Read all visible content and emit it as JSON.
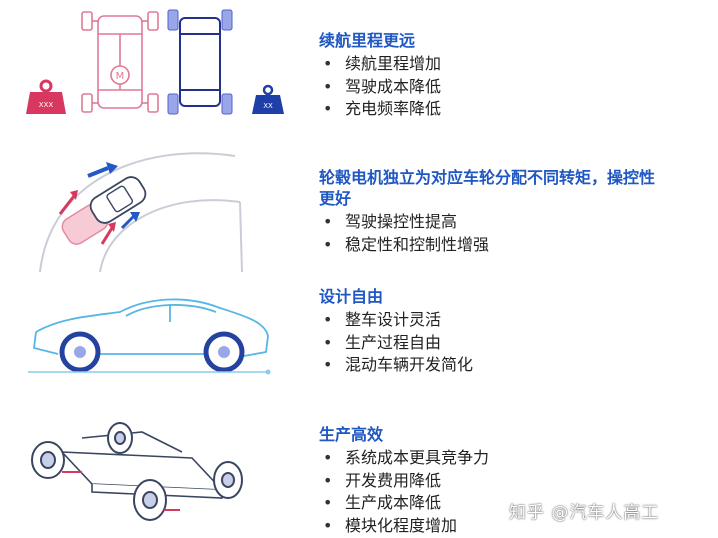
{
  "colors": {
    "accent_blue": "#1f57c3",
    "heavy_red": "#d8385f",
    "light_blue": "#4aa3d8",
    "text": "#222222"
  },
  "weights": {
    "heavy": "XXX",
    "light": "XX"
  },
  "sections": [
    {
      "title": "续航里程更远",
      "bullets": [
        "续航里程增加",
        "驾驶成本降低",
        "充电频率降低"
      ]
    },
    {
      "title_line1": "轮毂电机独立为对应车轮分配不同转矩，操控性",
      "title_line2": "更好",
      "bullets": [
        "驾驶操控性提高",
        "稳定性和控制性增强"
      ]
    },
    {
      "title": "设计自由",
      "bullets": [
        "整车设计灵活",
        "生产过程自由",
        "混动车辆开发简化"
      ]
    },
    {
      "title": "生产高效",
      "bullets": [
        "系统成本更具竞争力",
        "开发费用降低",
        "生产成本降低",
        "模块化程度增加"
      ]
    }
  ],
  "watermark": "知乎 @汽车人高工",
  "icons": {
    "chassis_heavy": "chassis-with-central-motor-icon",
    "chassis_light": "chassis-with-hub-motors-icon",
    "motor_symbol": "M"
  }
}
